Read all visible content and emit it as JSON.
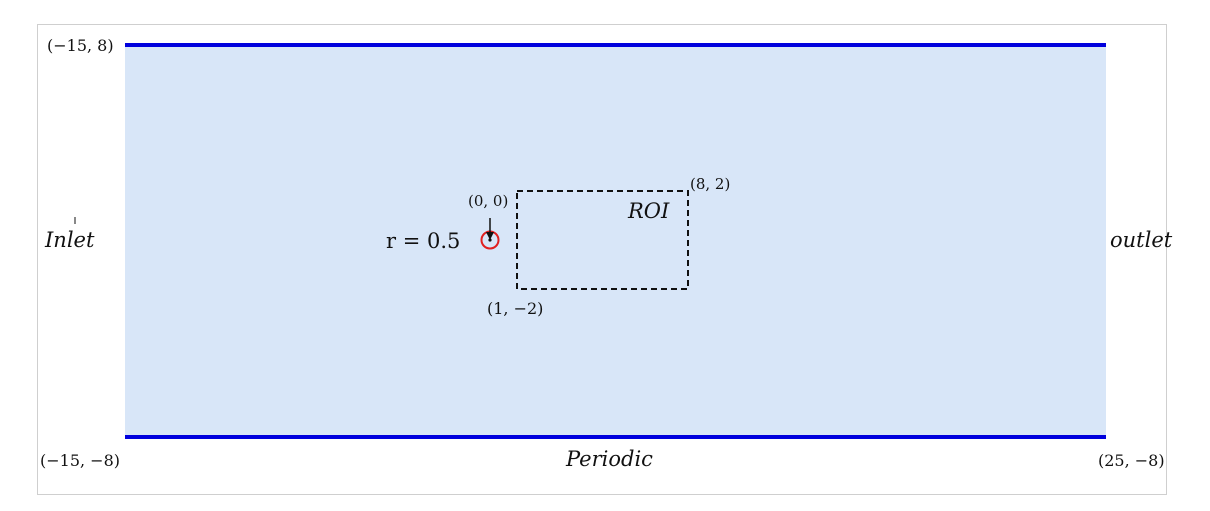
{
  "labels": {
    "top_left_corner": "(−15, 8)",
    "bottom_left_corner": "(−15, −8)",
    "bottom_right_corner": "(25, −8)",
    "origin": "(0, 0)",
    "roi_top_right": "(8, 2)",
    "roi_bottom_left": "(1, −2)",
    "roi": "ROI",
    "radius": "r = 0.5",
    "inlet": "Inlet",
    "outlet": "outlet",
    "periodic": "Periodic"
  },
  "colors": {
    "domain_fill": "#d8e6f8",
    "periodic_wall": "#0000dd",
    "cylinder": "#e02020",
    "roi_border": "#111111",
    "text": "#111111"
  },
  "icons": {
    "cylinder": "circle-icon",
    "origin_pointer": "arrow-down-icon"
  }
}
